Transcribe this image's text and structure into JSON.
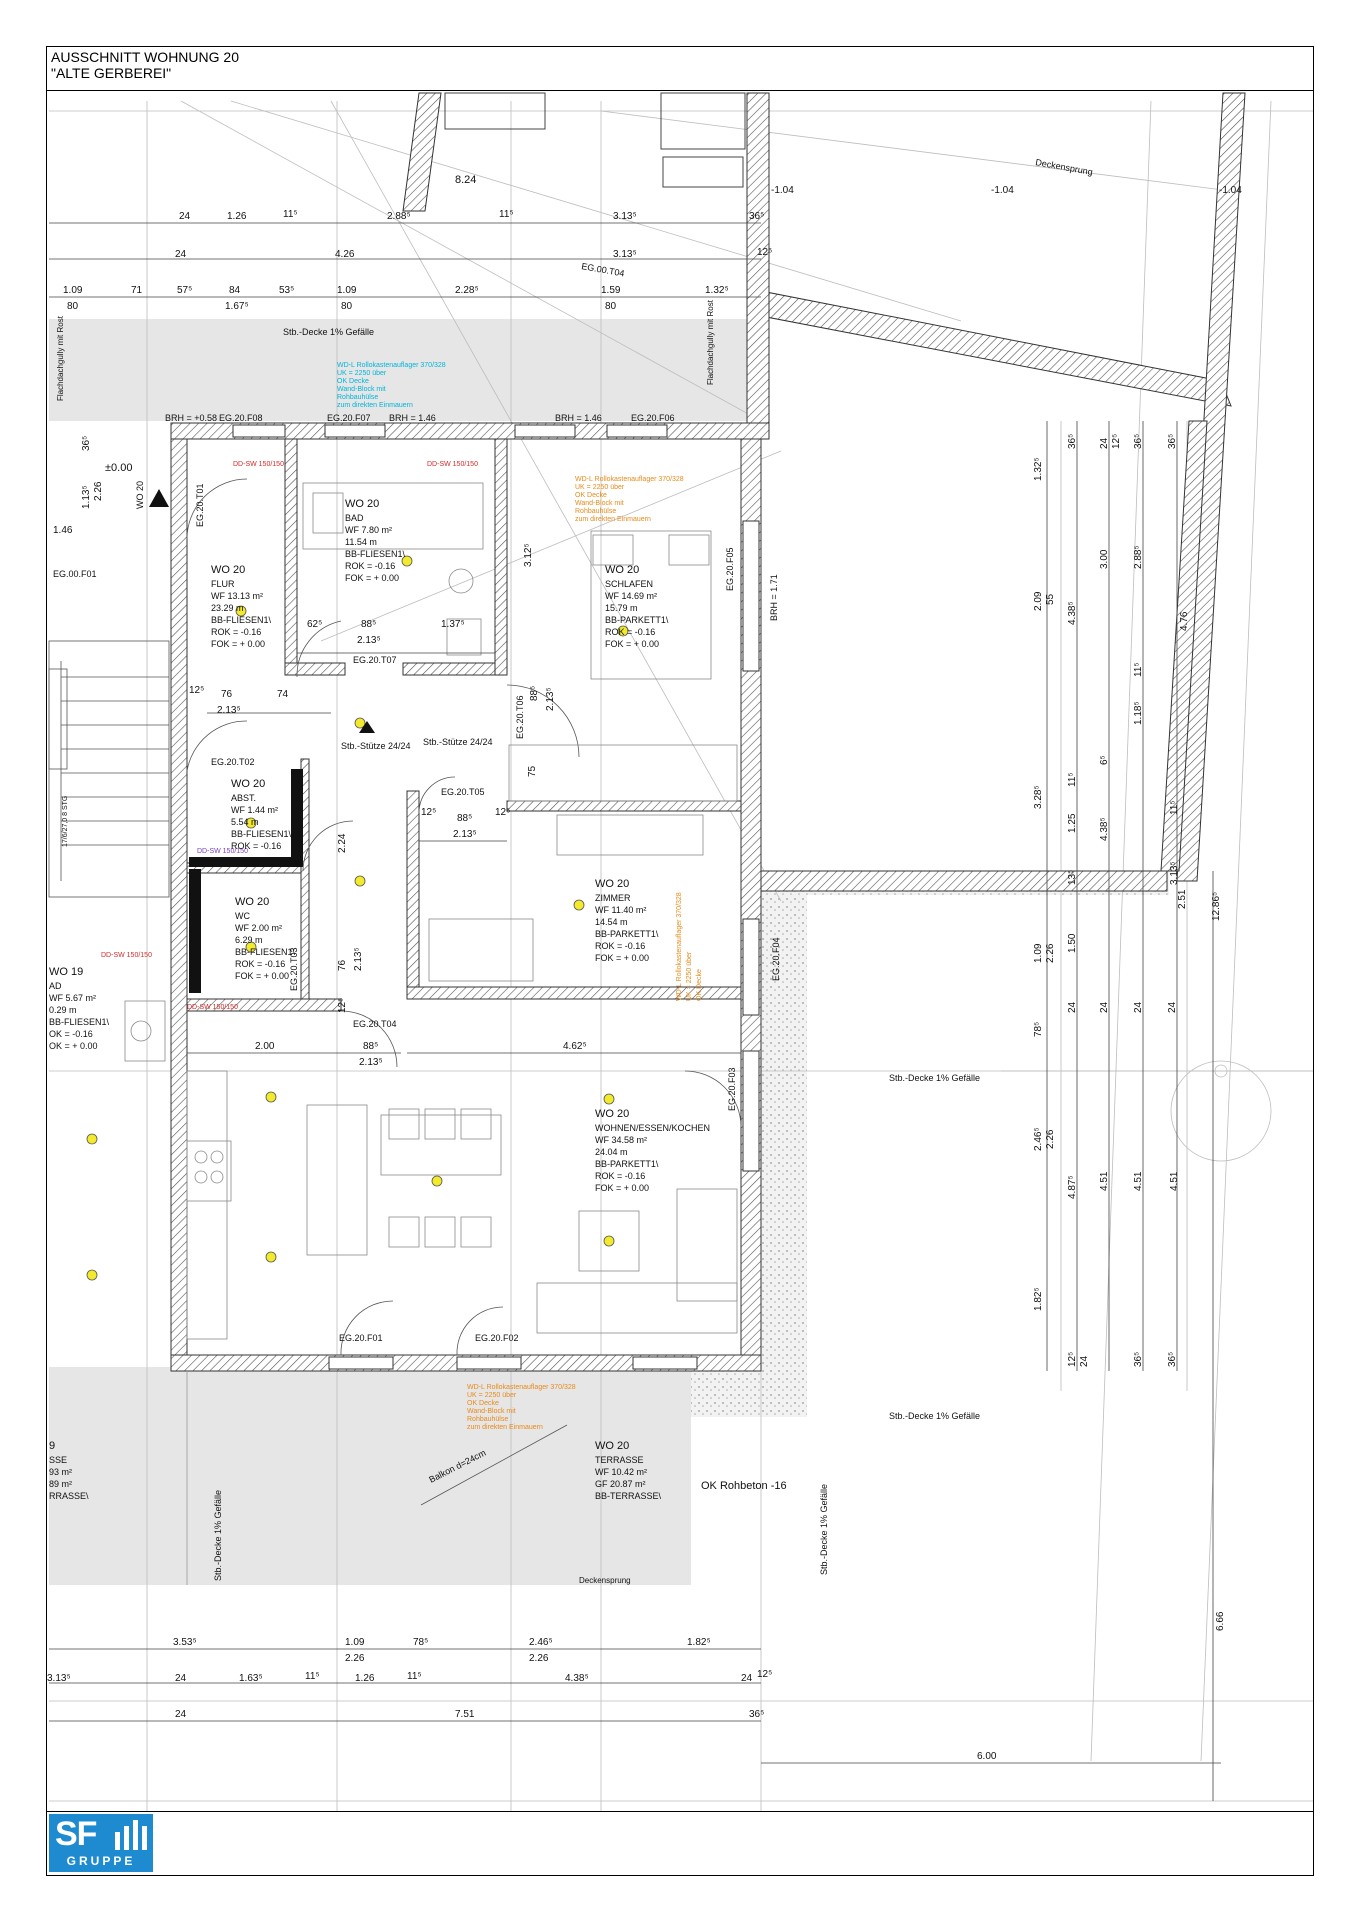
{
  "header": {
    "line1": "AUSSCHNITT WOHNUNG 20",
    "line2": "\"ALTE GERBEREI\""
  },
  "logo": {
    "letters": "SF",
    "word": "GRUPPE",
    "color": "#1e8bd0"
  },
  "colors": {
    "wall": "#444444",
    "paved": "#e6e6e6",
    "cyan": "#00b4d8",
    "orange": "#e88a1a",
    "red": "#d42a2a",
    "purple": "#7a3fc4",
    "lamp": "#f2ea2b"
  },
  "rooms": [
    {
      "id": "flur",
      "unit": "WO 20",
      "name": "FLUR",
      "wf": "WF 13.13 m²",
      "perimeter": "23.29 m",
      "floor": "BB-FLIESEN1\\",
      "rok": "ROK = -0.16",
      "fok": "FOK = + 0.00"
    },
    {
      "id": "bad",
      "unit": "WO 20",
      "name": "BAD",
      "wf": "WF 7.80 m²",
      "perimeter": "11.54 m",
      "floor": "BB-FLIESEN1\\",
      "rok": "ROK = -0.16",
      "fok": "FOK = + 0.00"
    },
    {
      "id": "schlafen",
      "unit": "WO 20",
      "name": "SCHLAFEN",
      "wf": "WF 14.69 m²",
      "perimeter": "15.79 m",
      "floor": "BB-PARKETT1\\",
      "rok": "ROK = -0.16",
      "fok": "FOK = + 0.00"
    },
    {
      "id": "abst",
      "unit": "WO 20",
      "name": "ABST.",
      "wf": "WF 1.44 m²",
      "perimeter": "5.54 m",
      "floor": "BB-FLIESEN1\\",
      "rok": "ROK = -0.16",
      "fok": ""
    },
    {
      "id": "wc",
      "unit": "WO 20",
      "name": "WC",
      "wf": "WF 2.00 m²",
      "perimeter": "6.29 m",
      "floor": "BB-FLIESEN1\\",
      "rok": "ROK = -0.16",
      "fok": "FOK = + 0.00"
    },
    {
      "id": "zimmer",
      "unit": "WO 20",
      "name": "ZIMMER",
      "wf": "WF 11.40 m²",
      "perimeter": "14.54 m",
      "floor": "BB-PARKETT1\\",
      "rok": "ROK = -0.16",
      "fok": "FOK = + 0.00"
    },
    {
      "id": "wohnen",
      "unit": "WO 20",
      "name": "WOHNEN/ESSEN/KOCHEN",
      "wf": "WF 34.58 m²",
      "perimeter": "24.04 m",
      "floor": "BB-PARKETT1\\",
      "rok": "ROK = -0.16",
      "fok": "FOK = + 0.00"
    },
    {
      "id": "terrasse",
      "unit": "WO 20",
      "name": "TERRASSE",
      "wf": "WF 10.42 m²",
      "perimeter": "GF 20.87 m²",
      "floor": "BB-TERRASSE\\",
      "rok": "",
      "fok": ""
    }
  ],
  "partial_rooms": [
    {
      "id": "wo19",
      "lines": [
        "WO 19",
        "AD",
        "WF 5.67 m²",
        "0.29 m",
        "BB-FLIESEN1\\",
        "OK = -0.16",
        "OK = + 0.00"
      ]
    },
    {
      "id": "wo19t",
      "lines": [
        "9",
        "SSE",
        "93 m²",
        "89 m²",
        "RRASSE\\"
      ]
    }
  ],
  "element_tags": [
    "EG.20.F08",
    "EG.20.F07",
    "EG.20.F06",
    "EG.20.F05",
    "EG.20.F04",
    "EG.20.F03",
    "EG.20.F02",
    "EG.20.F01",
    "EG.20.T01",
    "EG.20.T02",
    "EG.20.T03",
    "EG.20.T04",
    "EG.20.T05",
    "EG.20.T06",
    "EG.20.T07",
    "EG.00.T04",
    "EG.00.F01"
  ],
  "notes": {
    "decke_gefaelle": "Stb.-Decke 1% Gefälle",
    "stuetze": "Stb.-Stütze 24/24",
    "rohbeton": "OK Rohbeton -16",
    "balkon": "Balkon d=24cm",
    "deckensprung": "Deckensprung",
    "flachdachgully": "Flachdachgully mit Rost",
    "brh_058": "BRH = +0.58",
    "brh_146": "BRH = 1.46",
    "brh_171": "BRH = 1.71",
    "level": "±0.00",
    "wo20": "WO 20",
    "dd_sw": "DD-SW 150/150",
    "stairs": "17/6/27,0 8 STG",
    "rollo": [
      "WD-L Rollokastenauflager 370/328",
      "UK = 2250 über",
      "OK Decke",
      "Wand-Block mit",
      "Rohbauhülse",
      "zum direkten Einmauern"
    ]
  },
  "dims_top": [
    "24",
    "1.26",
    "11⁵",
    "2.88⁵",
    "11⁵",
    "3.13⁵",
    "36⁵",
    "8.24",
    "4.26",
    "3.13⁵",
    "24",
    "12⁵",
    "1.09",
    "80",
    "71",
    "57⁵",
    "84",
    "1.67⁵",
    "53⁵",
    "1.09",
    "80",
    "2.28⁵",
    "1.59",
    "80",
    "1.32⁵",
    "-1.04",
    "-1.04",
    "-1.04"
  ],
  "dims_bottom": [
    "3.53⁵",
    "1.09",
    "2.26",
    "78⁵",
    "2.46⁵",
    "2.26",
    "1.82⁵",
    "3.13⁵",
    "24",
    "1.63⁵",
    "11⁵",
    "1.26",
    "11⁵",
    "4.38⁵",
    "24",
    "12⁵",
    "24",
    "7.51",
    "36⁵",
    "6.00"
  ],
  "dims_right": [
    "1.32⁵",
    "36⁵",
    "24",
    "12⁵",
    "36⁵",
    "36⁵",
    "2.09",
    "55",
    "4.38⁵",
    "3.00",
    "2.88⁵",
    "4.76",
    "11⁵",
    "1.18⁵",
    "6⁵",
    "3.28⁵",
    "11⁵",
    "1.25",
    "4.38⁵",
    "11⁵",
    "13⁵",
    "3.13⁵",
    "2.51",
    "12.86⁵",
    "1.09",
    "2.26",
    "1.50",
    "78⁵",
    "24",
    "24",
    "24",
    "24",
    "2.46⁵",
    "2.26",
    "4.87⁵",
    "4.51",
    "4.51",
    "4.51",
    "1.82⁵",
    "12⁵",
    "24",
    "36⁵",
    "36⁵",
    "6.66"
  ],
  "dims_inner": [
    "62⁵",
    "88⁵",
    "2.13⁵",
    "1.37⁵",
    "12⁵",
    "76",
    "2.13⁵",
    "74",
    "3.12⁵",
    "88⁵",
    "2.13⁵",
    "75",
    "12⁵",
    "88⁵",
    "2.13⁵",
    "12⁵",
    "2.24",
    "76",
    "2.13⁵",
    "12⁵",
    "2.00",
    "88⁵",
    "2.13⁵",
    "4.62⁵",
    "1.46",
    "1.13⁵",
    "2.26",
    "36⁵"
  ]
}
